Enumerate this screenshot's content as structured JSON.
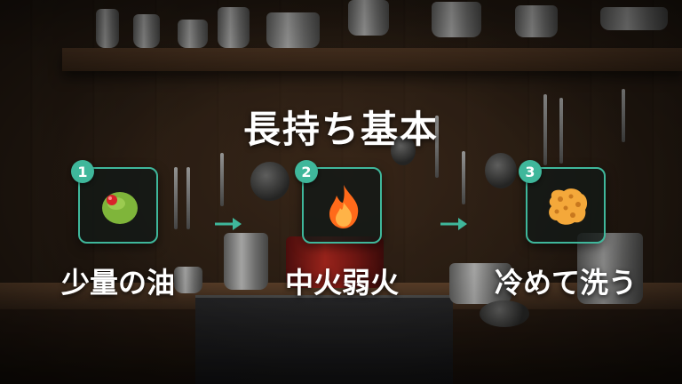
{
  "title": "長持ち基本",
  "accent_color": "#3fb79b",
  "steps": [
    {
      "number": "1",
      "label": "少量の油",
      "icon": "olive-icon"
    },
    {
      "number": "2",
      "label": "中火弱火",
      "icon": "fire-icon"
    },
    {
      "number": "3",
      "label": "冷めて洗う",
      "icon": "sponge-icon"
    }
  ],
  "arrows": [
    "arrow-right-icon",
    "arrow-right-icon"
  ]
}
